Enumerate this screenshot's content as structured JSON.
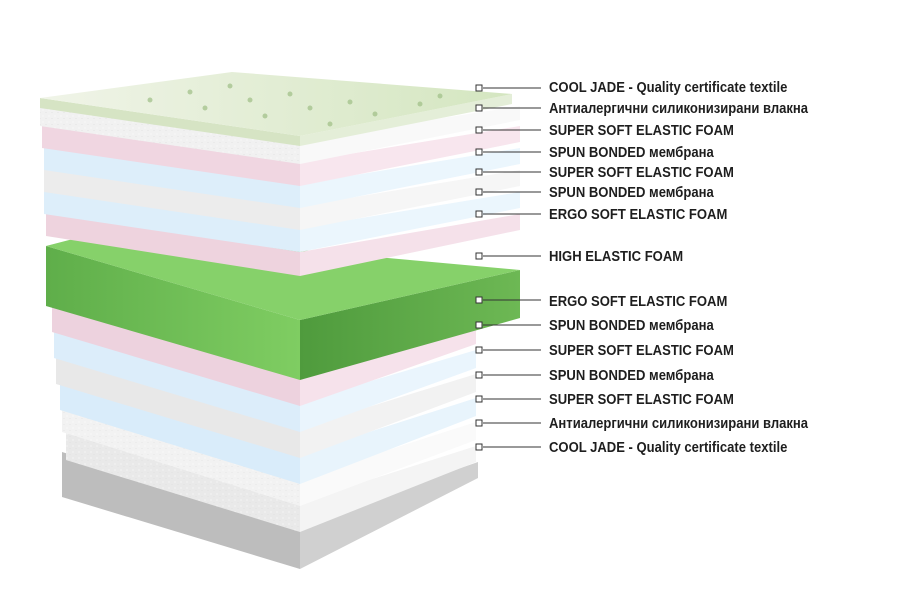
{
  "labels": [
    "COOL JADE - Quality certificate textile",
    "Антиалергични силиконизирани влакна",
    "SUPER SOFT ELASTIC FOAM",
    "SPUN BONDED мембрана",
    "SUPER SOFT ELASTIC FOAM",
    "SPUN BONDED мембрана",
    "ERGO SOFT ELASTIC FOAM",
    "HIGH ELASTIC FOAM",
    "ERGO SOFT ELASTIC FOAM",
    "SPUN BONDED мембрана",
    "SUPER SOFT ELASTIC FOAM",
    "SPUN BONDED мембрана",
    "SUPER SOFT ELASTIC FOAM",
    "Антиалергични силиконизирани влакна",
    "COOL JADE - Quality certificate textile"
  ],
  "colors": {
    "quilted_textile": "#e2ecd2",
    "silicone_fiber": "#f3f3f3",
    "super_soft_foam": "#f0d8e2",
    "spun_bonded": "#ddeefa",
    "ergo_soft_foam": "#f1d4dd",
    "high_elastic_foam": "#6fbf55",
    "base_textile": "#c8c8c8",
    "leader_line": "#333333"
  }
}
